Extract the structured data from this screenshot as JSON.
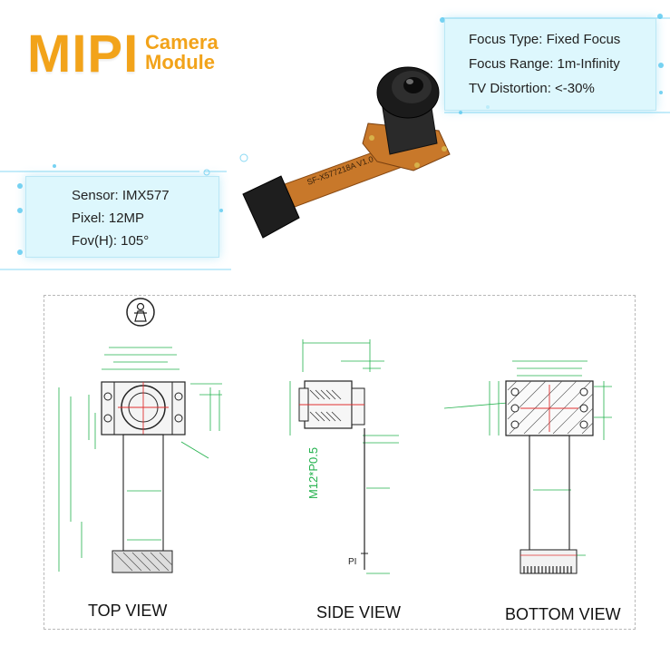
{
  "header": {
    "brand": "MIPI",
    "title_line1": "Camera",
    "title_line2": "Module"
  },
  "specs_right": [
    "Focus Type: Fixed Focus",
    "Focus Range: 1m-Infinity",
    "TV Distortion: <-30%"
  ],
  "specs_left": [
    "Sensor: IMX577",
    "Pixel: 12MP",
    "Fov(H): 105°"
  ],
  "product": {
    "flex_cable_text": "SF-X577218A V1.0"
  },
  "views": {
    "top": "TOP VIEW",
    "side": "SIDE VIEW",
    "bottom": "BOTTOM VIEW"
  },
  "side_view": {
    "thread_label": "M12*P0.5",
    "pin_label": "PI"
  },
  "colors": {
    "title": "#f2a31a",
    "dimension_lines": "#22b14c",
    "center_lines": "#e03030",
    "flex_cable": "#c8782a"
  }
}
